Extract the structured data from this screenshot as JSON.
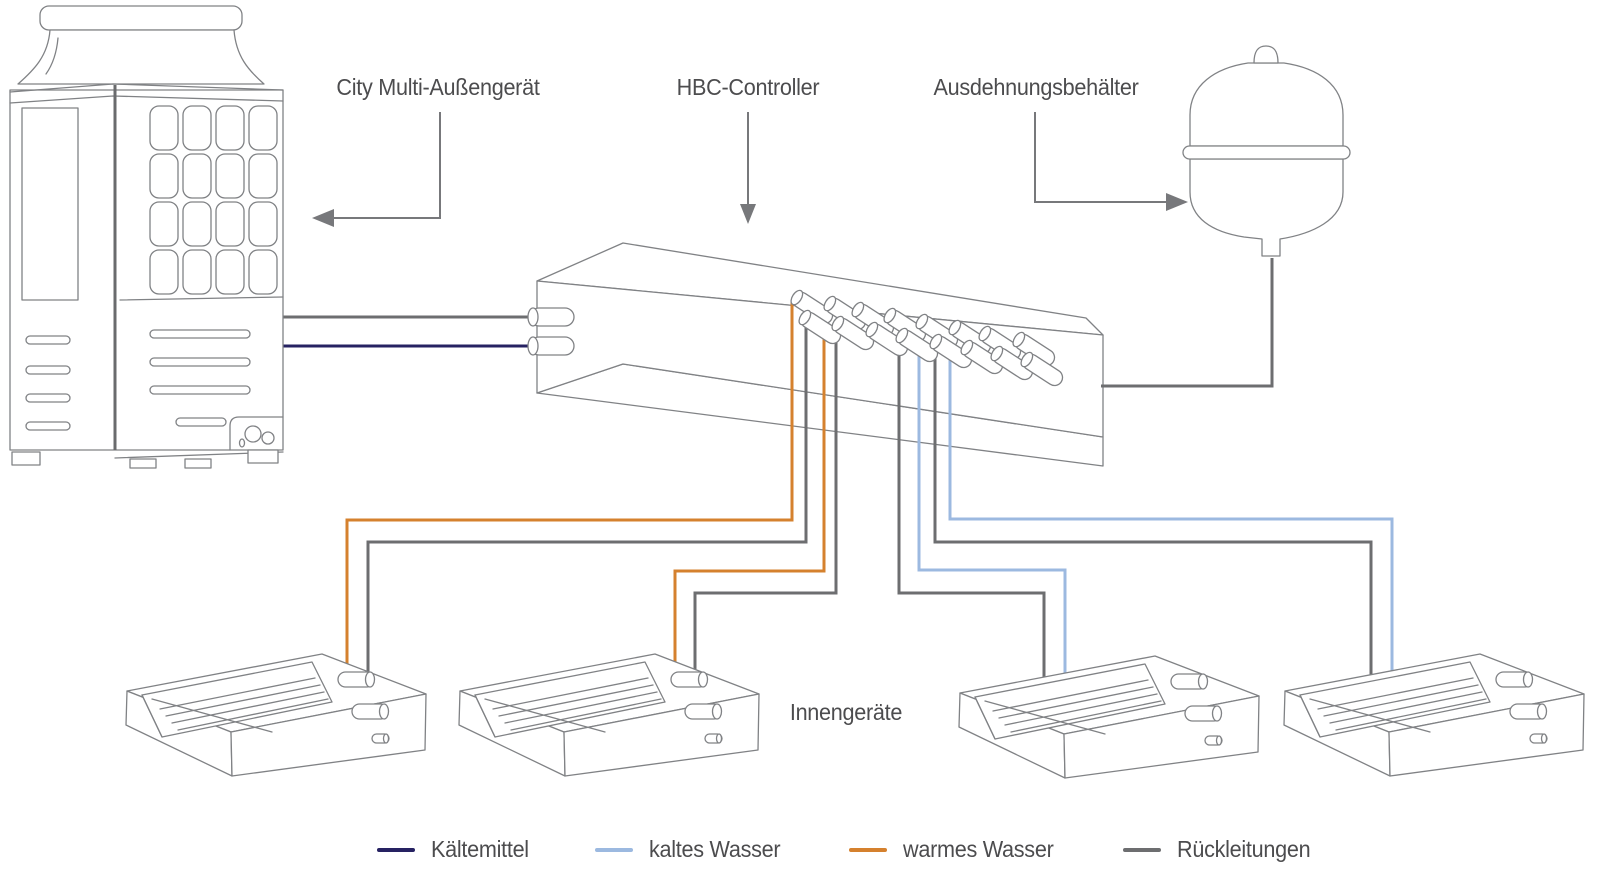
{
  "labels": {
    "outdoor_unit": "City Multi-Außengerät",
    "hbc_controller": "HBC-Controller",
    "expansion_tank": "Ausdehnungsbehälter",
    "indoor_units": "Innengeräte"
  },
  "legend": {
    "items": [
      {
        "label": "Kältemittel",
        "color": "#262262"
      },
      {
        "label": "kaltes Wasser",
        "color": "#9cb9e0"
      },
      {
        "label": "warmes Wasser",
        "color": "#d5812e"
      },
      {
        "label": "Rückleitungen",
        "color": "#6d6e70"
      }
    ]
  },
  "colors": {
    "refrigerant": "#262262",
    "cold_water": "#9cb9e0",
    "warm_water": "#d5812e",
    "return_line": "#6d6e70",
    "outline": "#808285",
    "leader": "#77787b",
    "text": "#4c4c4e"
  }
}
